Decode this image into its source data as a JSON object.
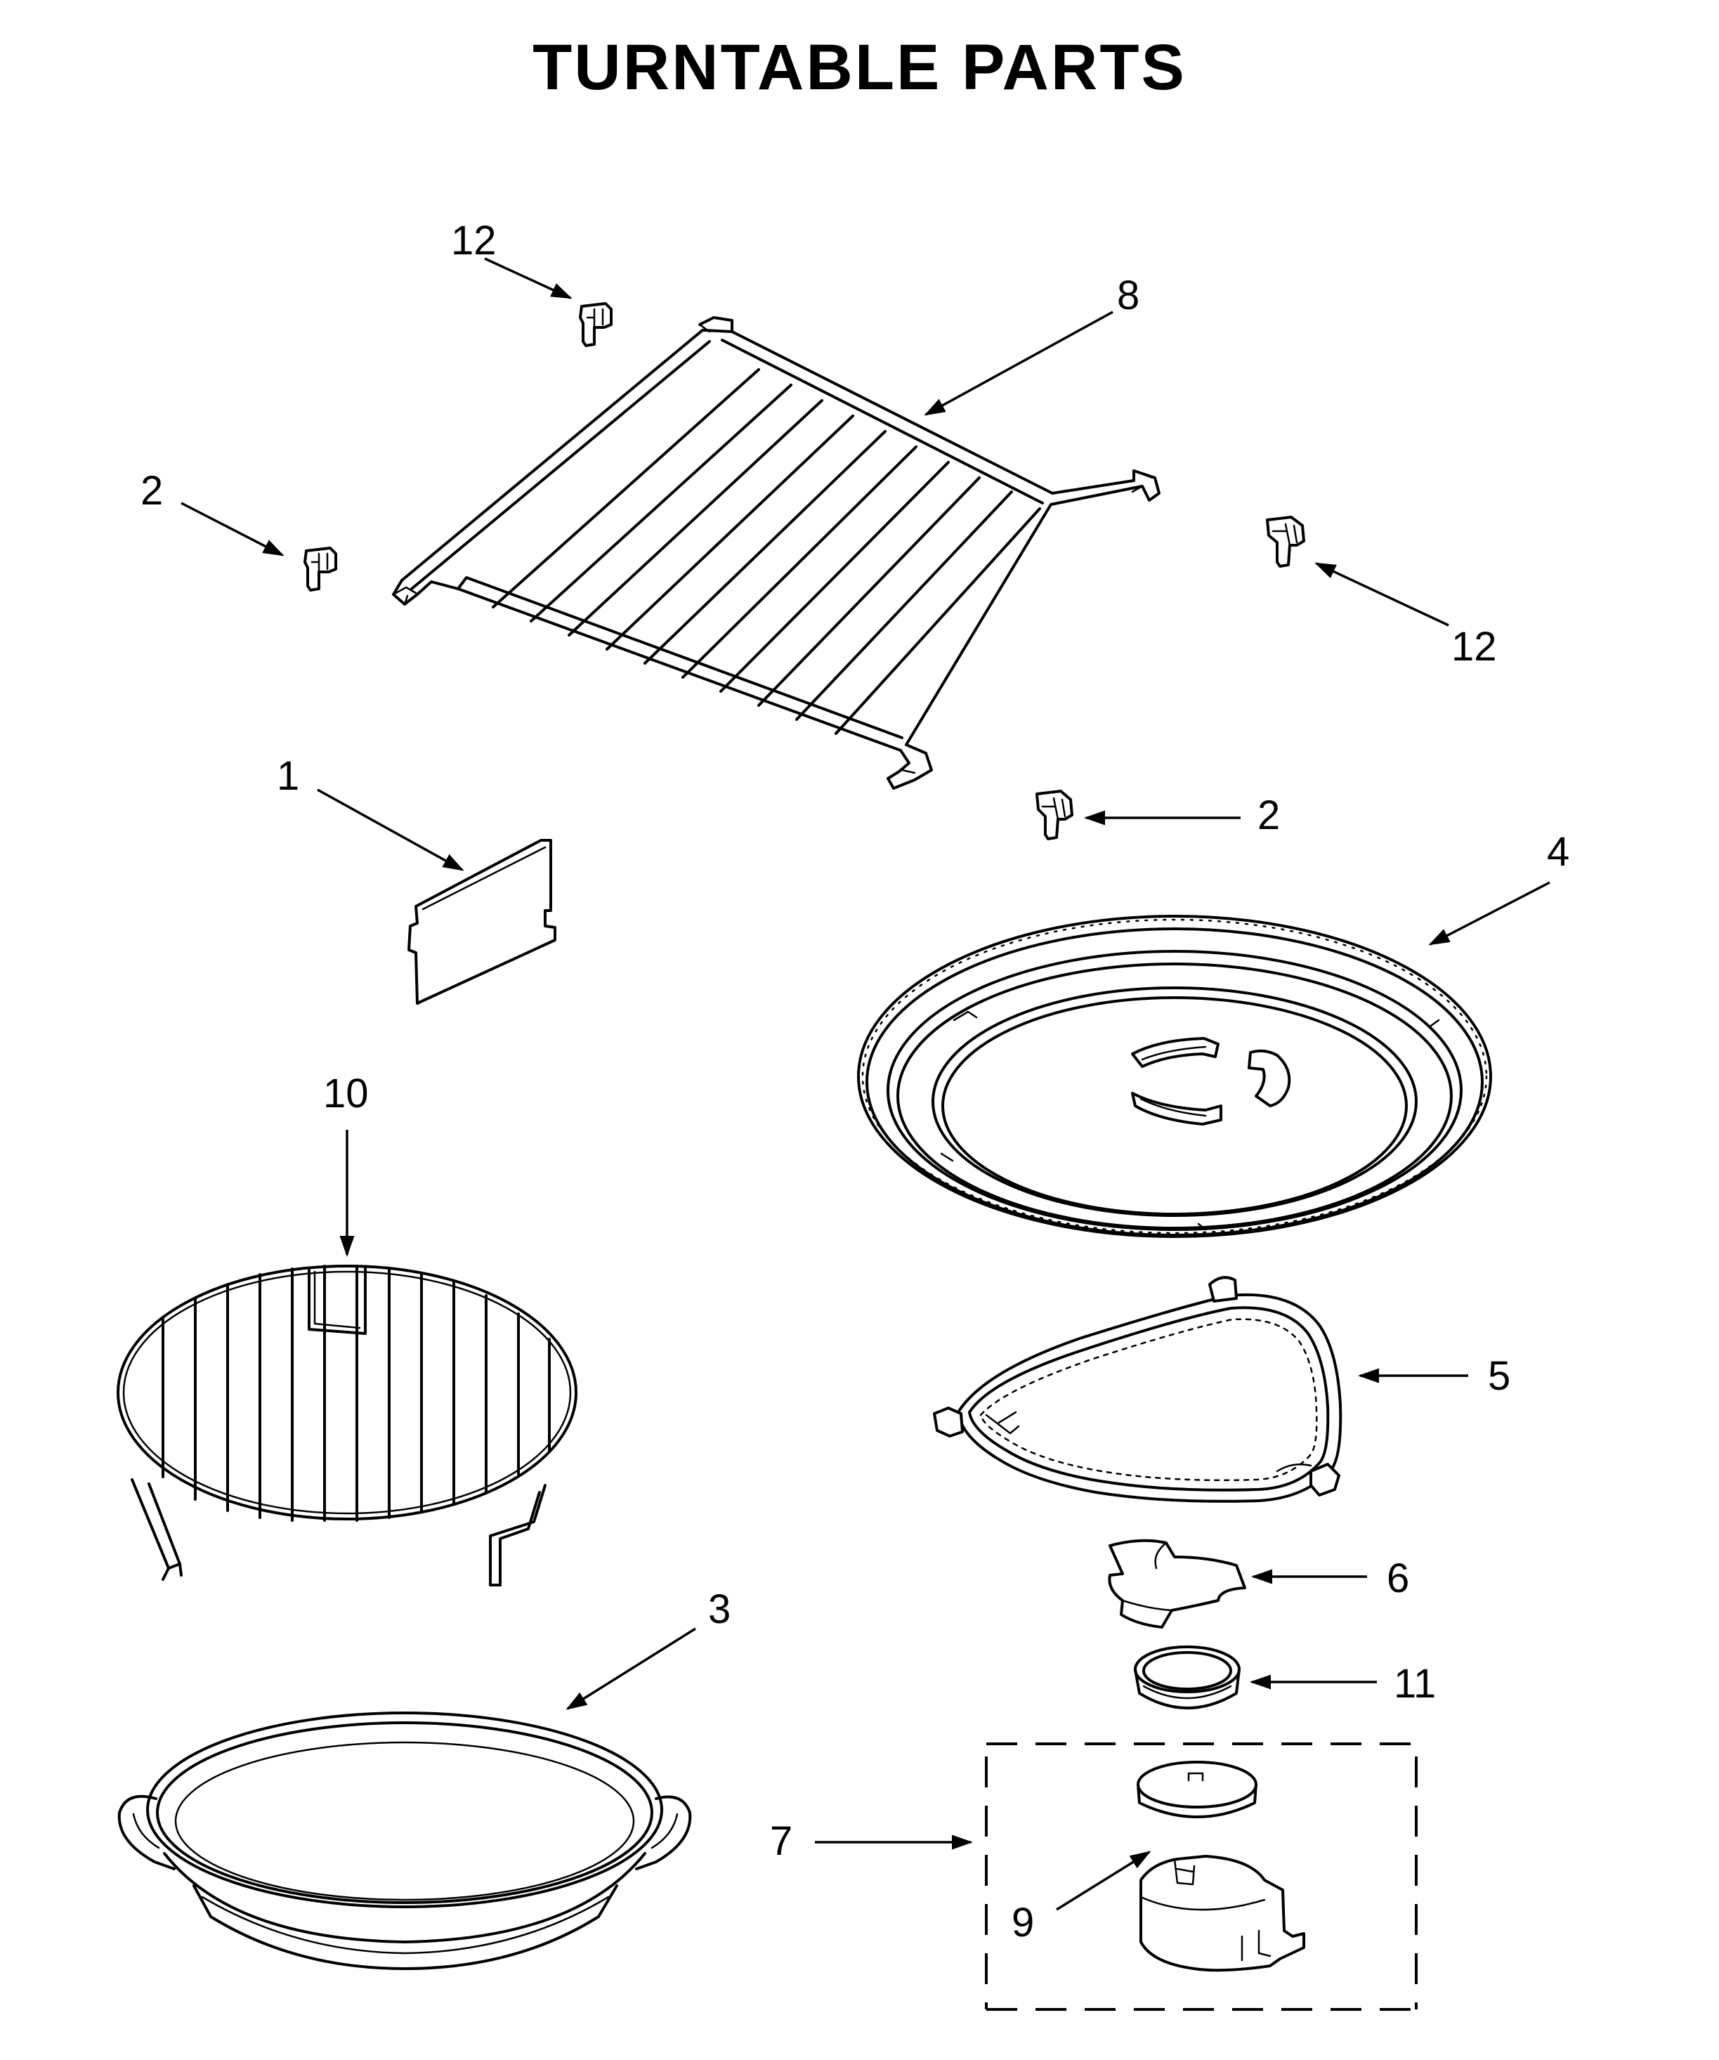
{
  "title": "TURNTABLE PARTS",
  "callouts": {
    "c1": "1",
    "c2a": "2",
    "c2b": "2",
    "c3": "3",
    "c4": "4",
    "c5": "5",
    "c6": "6",
    "c7": "7",
    "c8": "8",
    "c9": "9",
    "c10": "10",
    "c11": "11",
    "c12a": "12",
    "c12b": "12"
  }
}
